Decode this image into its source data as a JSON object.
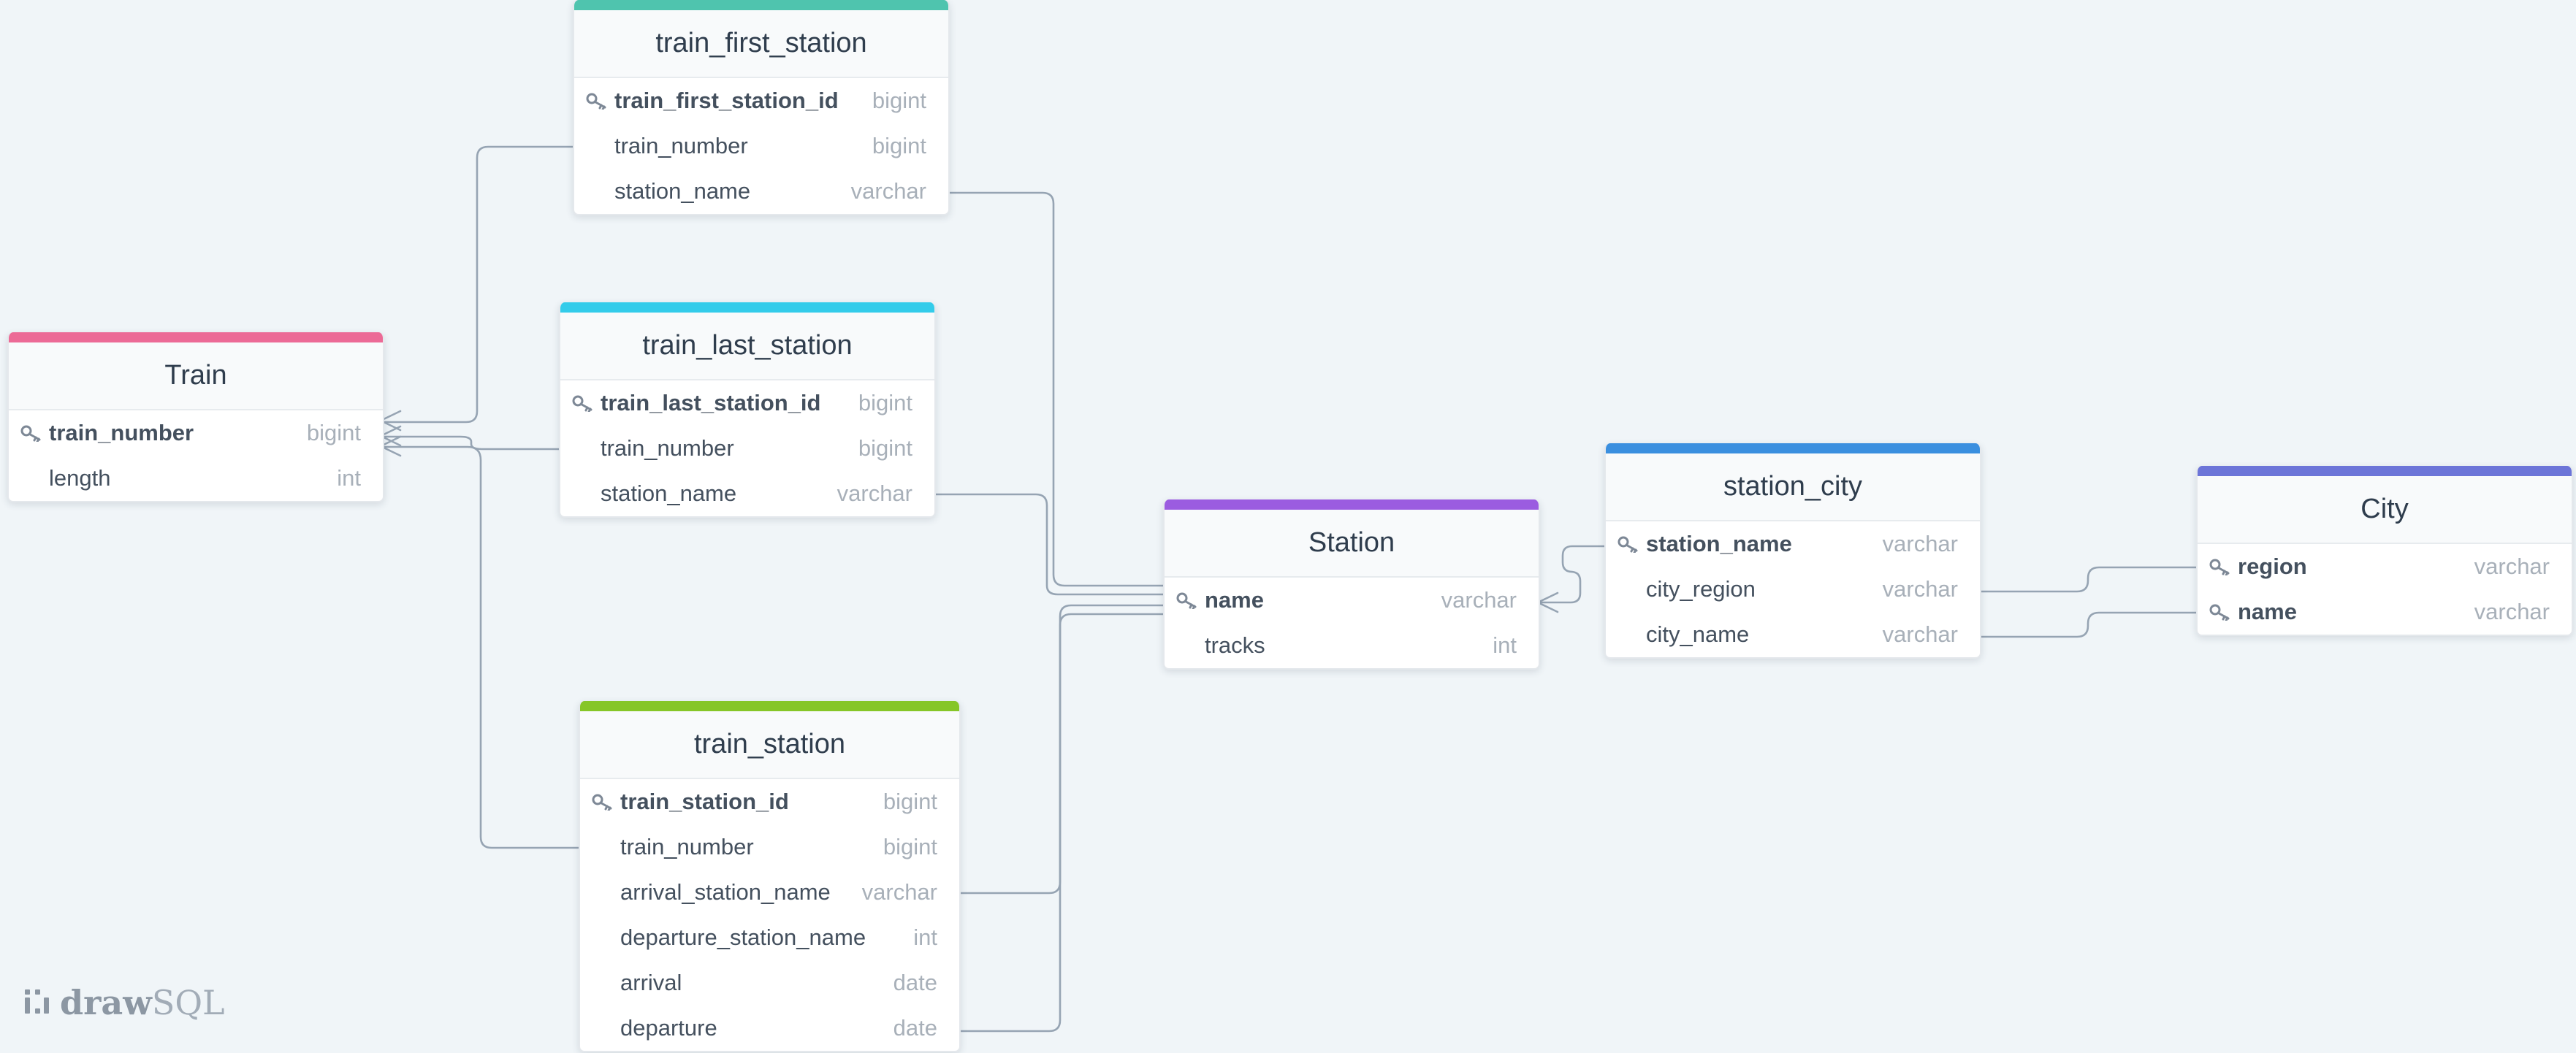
{
  "tables": [
    {
      "id": "train",
      "title": "Train",
      "color": "#ec6a96",
      "columns": [
        {
          "name": "train_number",
          "type": "bigint",
          "pk": true
        },
        {
          "name": "length",
          "type": "int",
          "pk": false
        }
      ]
    },
    {
      "id": "train_first_station",
      "title": "train_first_station",
      "color": "#4fc4ae",
      "columns": [
        {
          "name": "train_first_station_id",
          "type": "bigint",
          "pk": true
        },
        {
          "name": "train_number",
          "type": "bigint",
          "pk": false
        },
        {
          "name": "station_name",
          "type": "varchar",
          "pk": false
        }
      ]
    },
    {
      "id": "train_last_station",
      "title": "train_last_station",
      "color": "#33ccea",
      "columns": [
        {
          "name": "train_last_station_id",
          "type": "bigint",
          "pk": true
        },
        {
          "name": "train_number",
          "type": "bigint",
          "pk": false
        },
        {
          "name": "station_name",
          "type": "varchar",
          "pk": false
        }
      ]
    },
    {
      "id": "train_station",
      "title": "train_station",
      "color": "#86c627",
      "columns": [
        {
          "name": "train_station_id",
          "type": "bigint",
          "pk": true
        },
        {
          "name": "train_number",
          "type": "bigint",
          "pk": false
        },
        {
          "name": "arrival_station_name",
          "type": "varchar",
          "pk": false
        },
        {
          "name": "departure_station_name",
          "type": "int",
          "pk": false
        },
        {
          "name": "arrival",
          "type": "date",
          "pk": false
        },
        {
          "name": "departure",
          "type": "date",
          "pk": false
        }
      ]
    },
    {
      "id": "station",
      "title": "Station",
      "color": "#9b5ce0",
      "columns": [
        {
          "name": "name",
          "type": "varchar",
          "pk": true
        },
        {
          "name": "tracks",
          "type": "int",
          "pk": false
        }
      ]
    },
    {
      "id": "station_city",
      "title": "station_city",
      "color": "#3a8fdf",
      "columns": [
        {
          "name": "station_name",
          "type": "varchar",
          "pk": true
        },
        {
          "name": "city_region",
          "type": "varchar",
          "pk": false
        },
        {
          "name": "city_name",
          "type": "varchar",
          "pk": false
        }
      ]
    },
    {
      "id": "city",
      "title": "City",
      "color": "#6c75d8",
      "columns": [
        {
          "name": "region",
          "type": "varchar",
          "pk": true
        },
        {
          "name": "name",
          "type": "varchar",
          "pk": true
        }
      ]
    }
  ],
  "colors": {
    "canvas": "#f0f5f8",
    "connector": "#96a4b3"
  },
  "icons": {
    "primary_key": "key-icon"
  },
  "logo": {
    "bold": "draw",
    "light": "SQL",
    "icon": "drawsql-logo-icon"
  }
}
